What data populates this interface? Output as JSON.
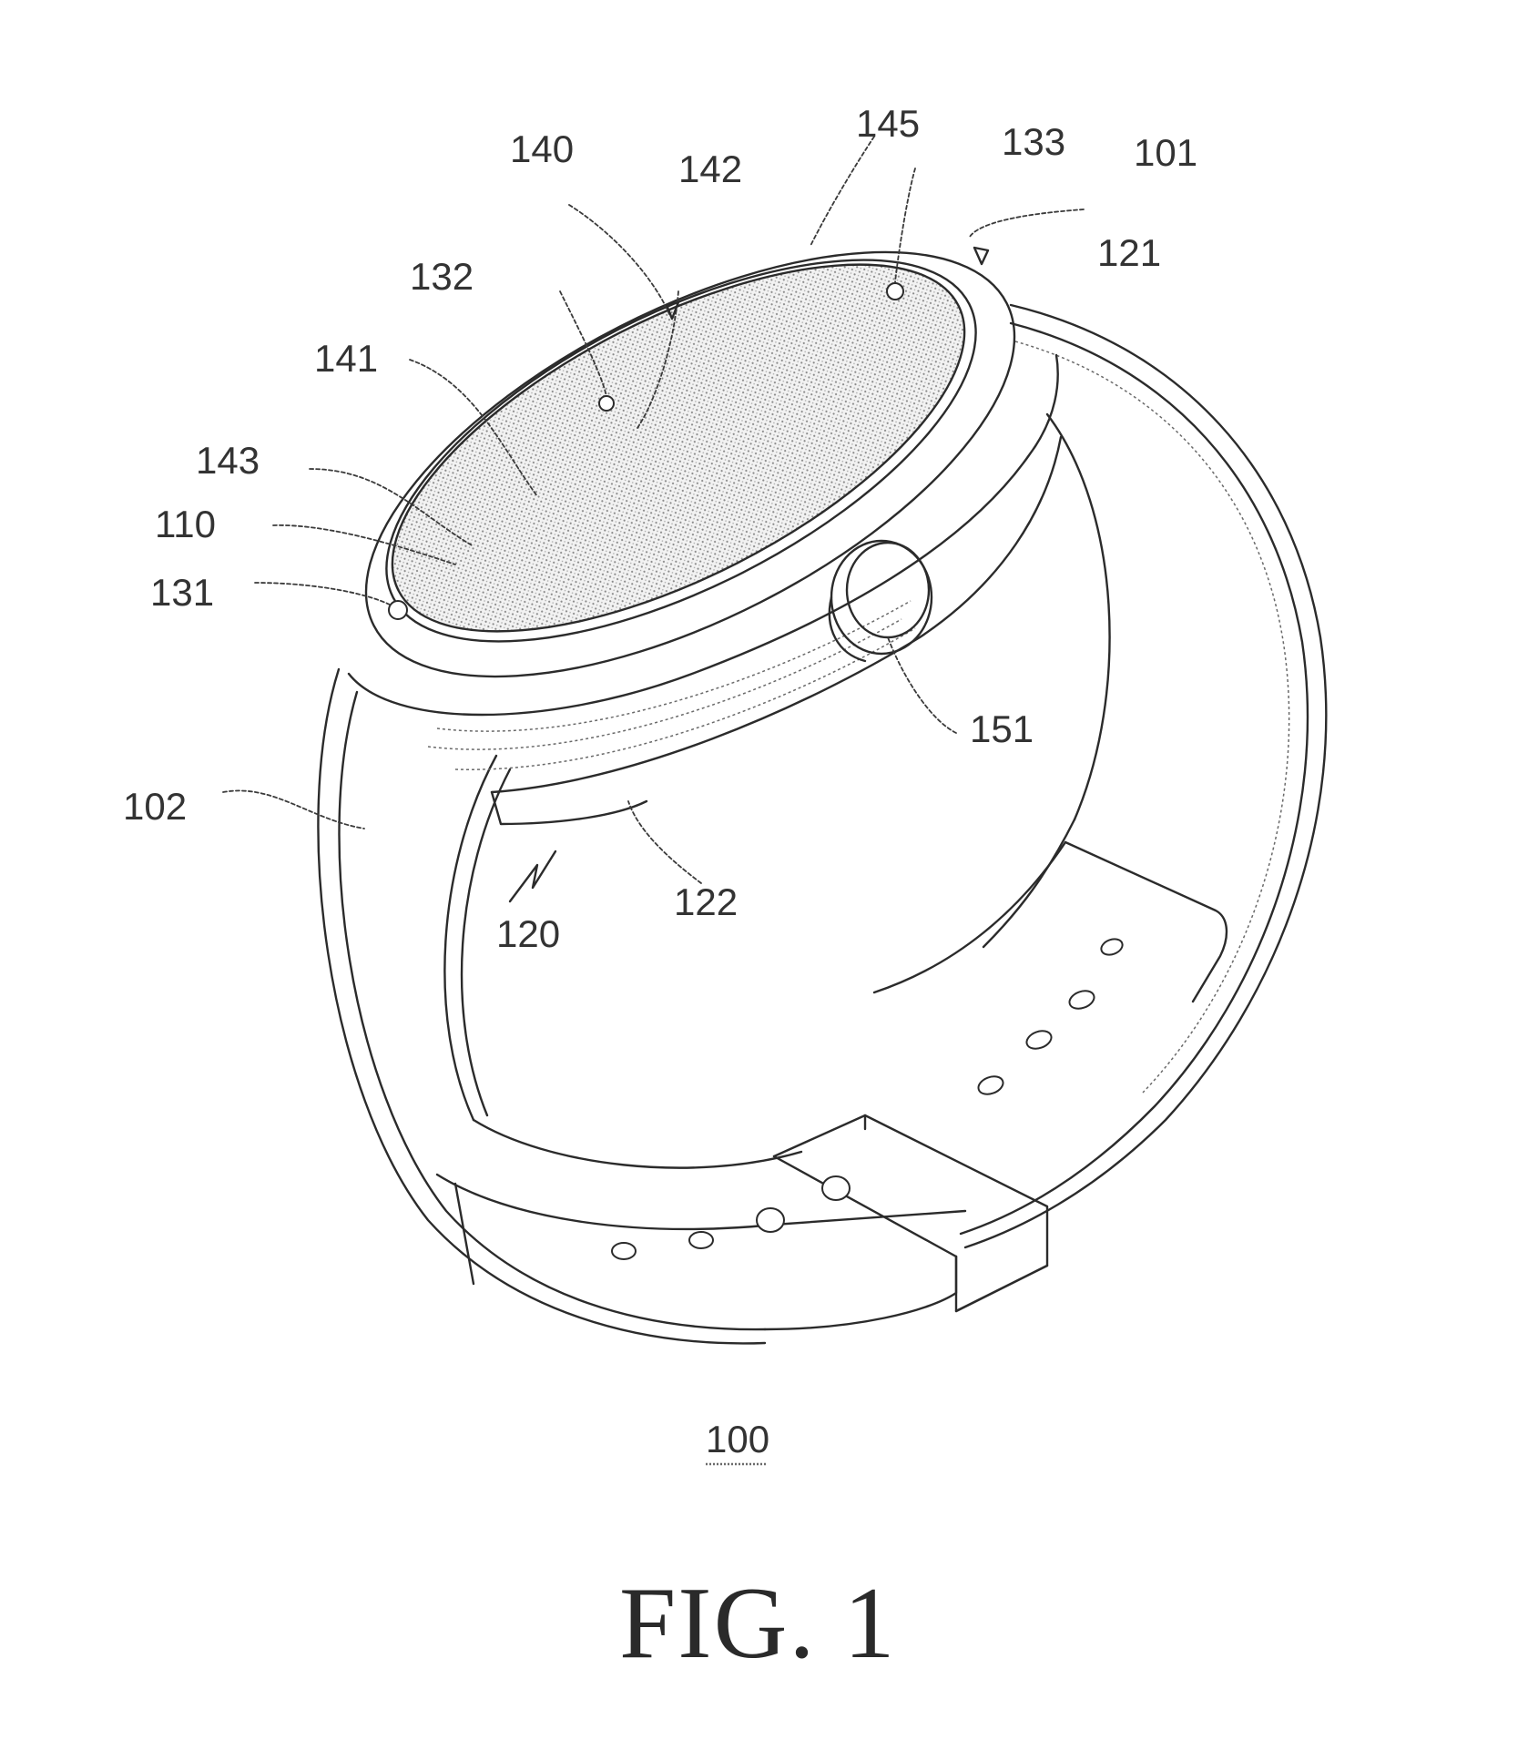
{
  "figure": {
    "caption": "FIG. 1",
    "main_ref": "100"
  },
  "labels": {
    "r140": "140",
    "r142": "142",
    "r145": "145",
    "r133": "133",
    "r101": "101",
    "r121": "121",
    "r132": "132",
    "r141": "141",
    "r143": "143",
    "r110": "110",
    "r131": "131",
    "r151": "151",
    "r102": "102",
    "r122": "122",
    "r120": "120"
  },
  "colors": {
    "line": "#2b2b2b",
    "screen_dots": "#8a8a8a",
    "background": "#ffffff"
  }
}
